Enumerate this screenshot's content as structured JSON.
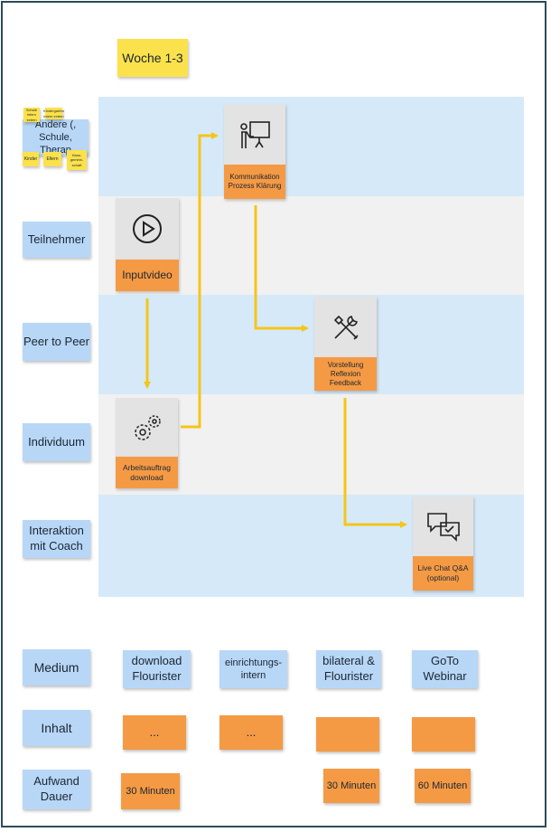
{
  "title": "Woche 1-3",
  "lanes": [
    {
      "label": "Andere (, Schule, Therap"
    },
    {
      "label": "Teilnehmer"
    },
    {
      "label": "Peer to Peer"
    },
    {
      "label": "Individuum"
    },
    {
      "label": "Interaktion mit Coach"
    }
  ],
  "mini_notes": [
    "Schule intern extern",
    "Kindergarten intern extern",
    "Kinder",
    "Eltern",
    "Haus-gemein-schaft"
  ],
  "activities": [
    {
      "label": "Kommunikation Prozess Klärung",
      "icon": "presentation-icon"
    },
    {
      "label": "Inputvideo",
      "icon": "play-icon"
    },
    {
      "label": "Vorstellung Reflexion Feedback",
      "icon": "tools-icon"
    },
    {
      "label": "Arbeitsauftrag download",
      "icon": "gears-icon"
    },
    {
      "label": "Live Chat Q&A (optional)",
      "icon": "chat-icon"
    }
  ],
  "bottom": {
    "medium_label": "Medium",
    "inhalt_label": "Inhalt",
    "aufwand_label": "Aufwand Dauer",
    "medium": [
      "download Flourister",
      "einrichtungs-intern",
      "bilateral & Flourister",
      "GoTo Webinar"
    ],
    "inhalt": [
      "...",
      "...",
      "",
      ""
    ],
    "aufwand": [
      "30 Minuten",
      "30 Minuten",
      "60 Minuten"
    ]
  },
  "colors": {
    "lane_blue": "#d6e9f8",
    "lane_grey": "#f1f1f1",
    "label_note": "#b8d7f7",
    "yellow_note": "#fbe14b",
    "orange": "#f59a44",
    "arrow": "#f5c518"
  }
}
